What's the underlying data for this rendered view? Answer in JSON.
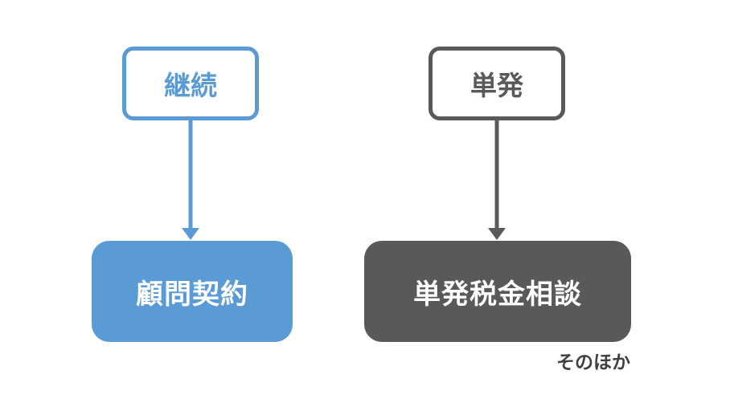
{
  "colors": {
    "continuous": "#5b9bd5",
    "single": "#595959",
    "note_text": "#404040"
  },
  "nodes": {
    "continuous_label": "継続",
    "single_label": "単発",
    "continuous_service": "顧問契約",
    "single_service": "単発税金相談"
  },
  "note": "そのほか"
}
